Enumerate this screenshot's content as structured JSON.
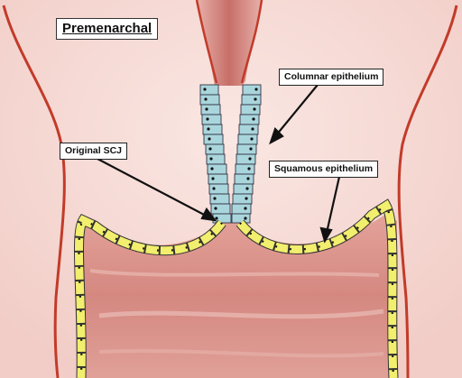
{
  "title": "Premenarchal",
  "labels": {
    "columnar": "Columnar epithelium",
    "original_scj": "Original SCJ",
    "squamous": "Squamous epithelium"
  },
  "colors": {
    "background": "#f6d6d1",
    "canal": "#d98f88",
    "outline": "#c23b2a",
    "columnar_cell": "#a9d6dc",
    "squamous_cell": "#f2ee6e",
    "arrow": "#111111"
  }
}
